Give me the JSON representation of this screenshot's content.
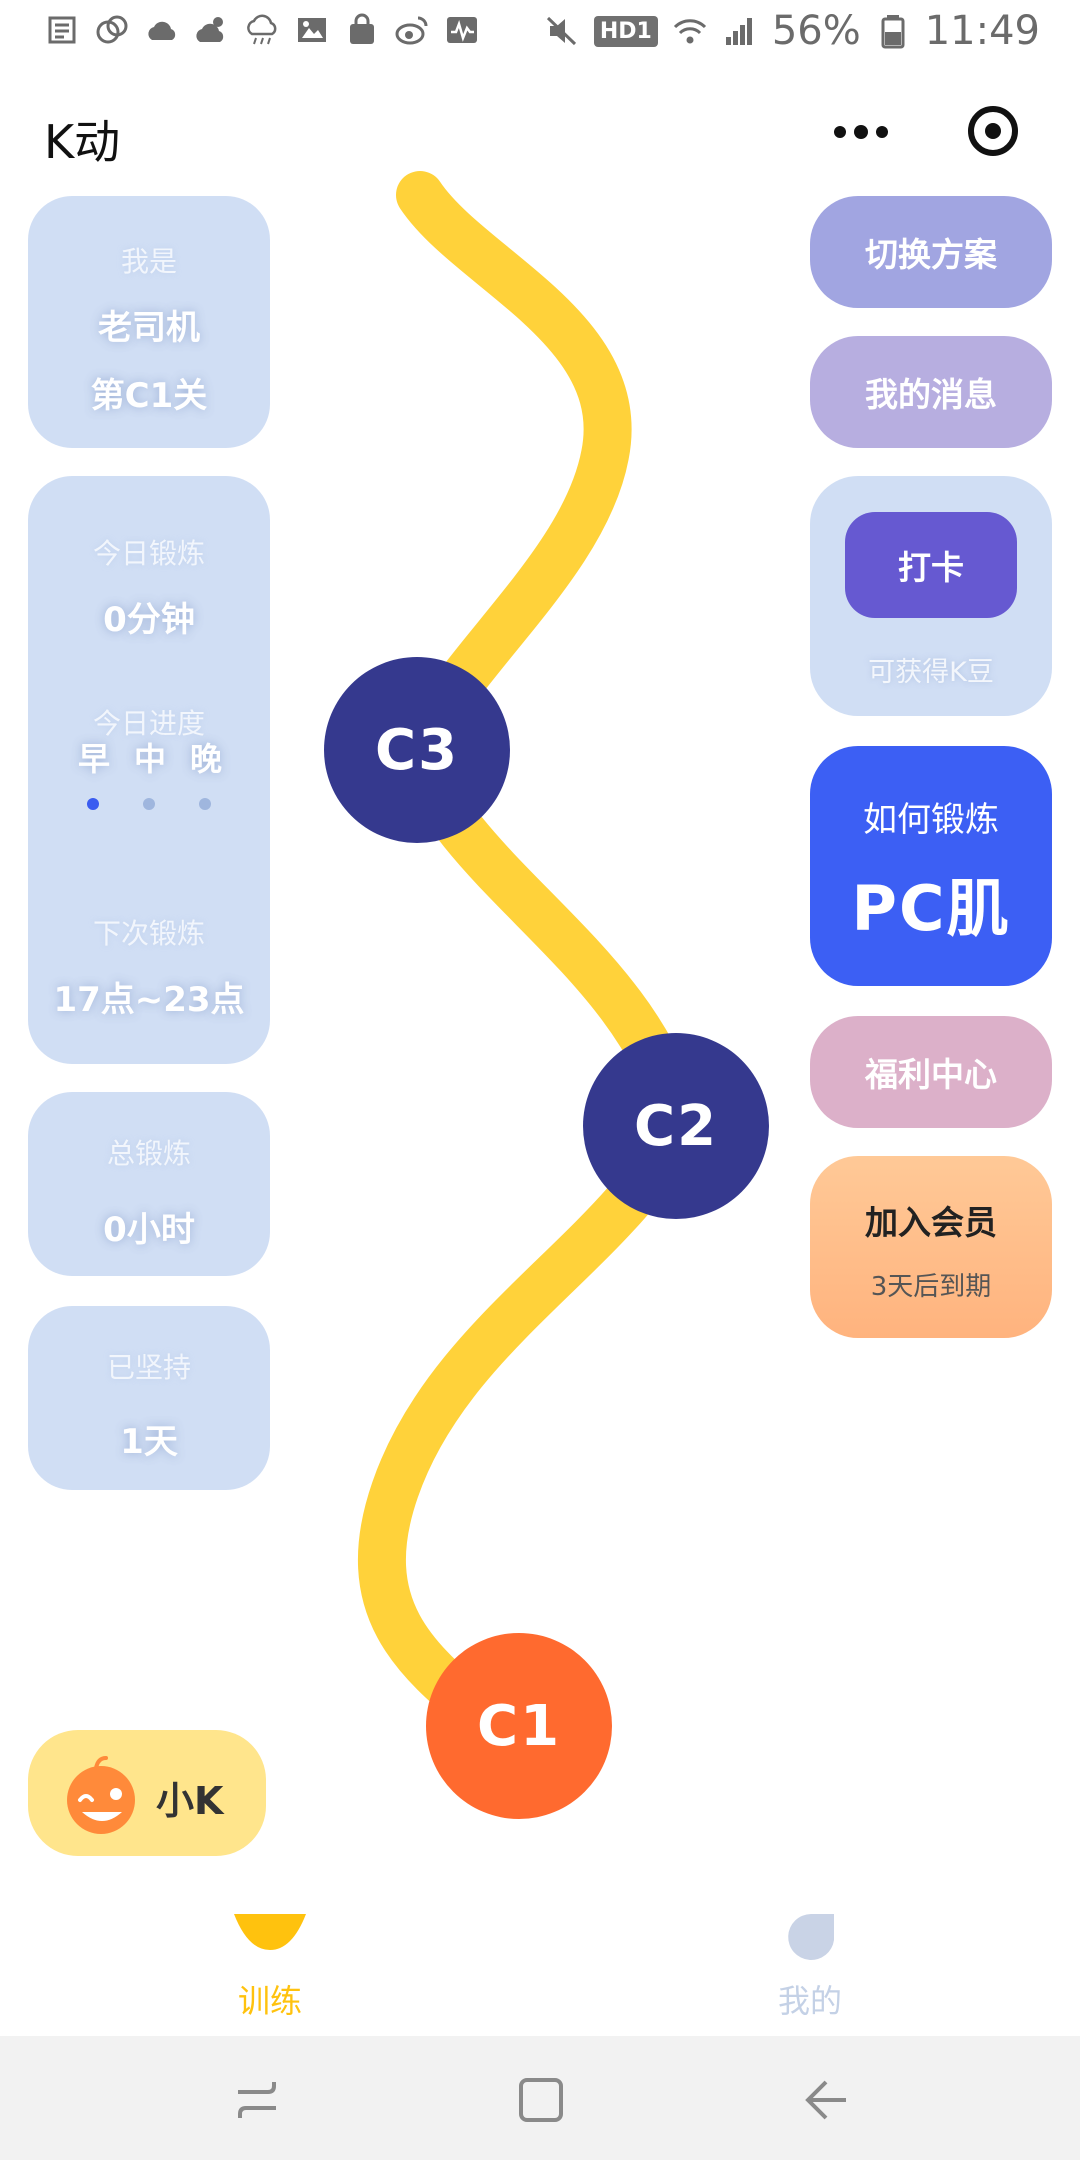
{
  "status_bar": {
    "battery": "56%",
    "time": "11:49",
    "network_badge": "HD1",
    "icons_left": [
      "notes-icon",
      "loop-icon",
      "cloud-icon",
      "cloud-sun-icon",
      "rain-icon",
      "image-icon",
      "bag-icon",
      "weibo-icon",
      "pulse-icon"
    ],
    "icons_right": [
      "mute-icon",
      "hd-badge",
      "wifi-icon",
      "signal-icon",
      "battery-icon"
    ]
  },
  "app": {
    "title": "K动"
  },
  "left_cards": {
    "identity": {
      "label": "我是",
      "role": "老司机",
      "level": "第C1关"
    },
    "today": {
      "exercise_label": "今日锻炼",
      "exercise_value": "0分钟",
      "progress_label": "今日进度",
      "slots": [
        "早",
        "中",
        "晚"
      ],
      "active_slot": 0,
      "next_label": "下次锻炼",
      "next_value": "17点~23点"
    },
    "total": {
      "label": "总锻炼",
      "value": "0小时"
    },
    "streak": {
      "label": "已坚持",
      "value": "1天"
    }
  },
  "right_panel": {
    "switch_plan": "切换方案",
    "messages": "我的消息",
    "checkin": {
      "button": "打卡",
      "sub": "可获得K豆"
    },
    "howto": {
      "small": "如何锻炼",
      "big": "PC肌"
    },
    "welfare": "福利中心",
    "vip": {
      "title": "加入会员",
      "sub": "3天后到期"
    }
  },
  "levels": [
    {
      "label": "C3",
      "state": "locked"
    },
    {
      "label": "C2",
      "state": "locked"
    },
    {
      "label": "C1",
      "state": "current"
    }
  ],
  "assistant": {
    "label": "小K"
  },
  "tabs": [
    {
      "label": "训练",
      "icon": "triangle-icon",
      "active": true
    },
    {
      "label": "我的",
      "icon": "drop-icon",
      "active": false
    }
  ],
  "colors": {
    "path_yellow": "#ffd23a",
    "node_dark": "#35398e",
    "node_current": "#ff6a2f",
    "accent_blue": "#3c5ff4",
    "tab_active": "#ffc20e"
  }
}
